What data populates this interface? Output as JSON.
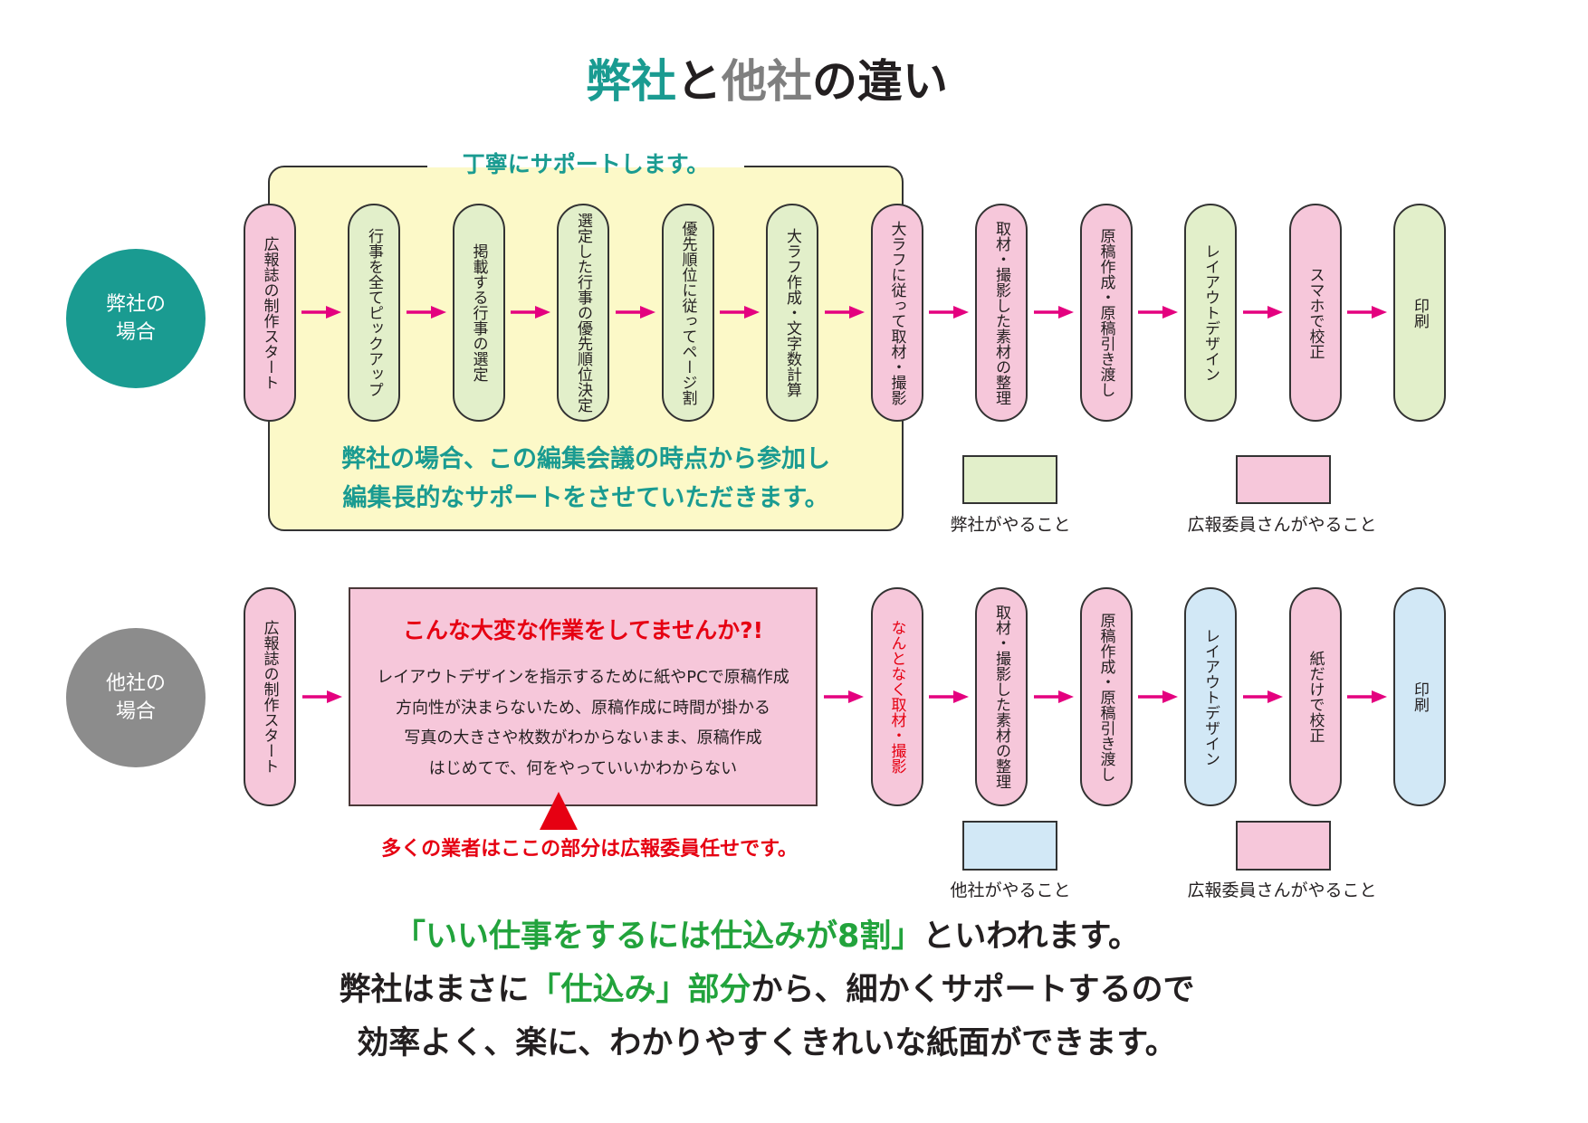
{
  "title": {
    "ours": "弊社",
    "and": "と",
    "others": "他社",
    "rest": "の違い",
    "ours_color": "#1a9b91",
    "others_color": "#7f7f7f"
  },
  "palette": {
    "teal": "#1a9b91",
    "gray_badge": "#8c8c8c",
    "arrow": "#e4007f",
    "red": "#e60012",
    "green_text": "#22a33c",
    "support_box": "#fcf9c8",
    "pink": "#f6c7da",
    "green": "#e2efca",
    "blue": "#d2e8f6"
  },
  "ours": {
    "badge": {
      "line1": "弊社の",
      "line2": "場合"
    },
    "support_label": "丁寧にサポートします。",
    "steps": [
      {
        "label": "広報誌の制作スタート",
        "color": "#f6c7da"
      },
      {
        "label": "行事を全てピックアップ",
        "color": "#e2efca"
      },
      {
        "label": "掲載する行事の選定",
        "color": "#e2efca"
      },
      {
        "label": "選定した行事の優先順位決定",
        "color": "#e2efca"
      },
      {
        "label": "優先順位に従ってページ割",
        "color": "#e2efca"
      },
      {
        "label": "大ラフ作成・文字数計算",
        "color": "#e2efca"
      },
      {
        "label": "大ラフに従って取材・撮影",
        "color": "#f6c7da"
      },
      {
        "label": "取材・撮影した素材の整理",
        "color": "#f6c7da"
      },
      {
        "label": "原稿作成・原稿引き渡し",
        "color": "#f6c7da"
      },
      {
        "label": "レイアウトデザイン",
        "color": "#e2efca"
      },
      {
        "label": "スマホで校正",
        "color": "#f6c7da"
      },
      {
        "label": "印刷",
        "color": "#e2efca"
      }
    ],
    "note": {
      "line1": "弊社の場合、この編集会議の時点から参加し",
      "line2": "編集長的なサポートをさせていただきます。"
    },
    "legend": [
      {
        "label": "弊社がやること",
        "color": "#e2efca"
      },
      {
        "label": "広報委員さんがやること",
        "color": "#f6c7da"
      }
    ]
  },
  "others": {
    "badge": {
      "line1": "他社の",
      "line2": "場合"
    },
    "steps": [
      {
        "label": "広報誌の制作スタート",
        "color": "#f6c7da"
      },
      {
        "label": "なんとなく取材・撮影",
        "color": "#f6c7da",
        "text_color": "#e60012"
      },
      {
        "label": "取材・撮影した素材の整理",
        "color": "#f6c7da"
      },
      {
        "label": "原稿作成・原稿引き渡し",
        "color": "#f6c7da"
      },
      {
        "label": "レイアウトデザイン",
        "color": "#d2e8f6"
      },
      {
        "label": "紙だけで校正",
        "color": "#f6c7da"
      },
      {
        "label": "印刷",
        "color": "#d2e8f6"
      }
    ],
    "problem_box": {
      "title": "こんな大変な作業をしてませんか?!",
      "color": "#f6c7da",
      "lines": [
        "レイアウトデザインを指示するために紙やPCで原稿作成",
        "方向性が決まらないため、原稿作成に時間が掛かる",
        "写真の大きさや枚数がわからないまま、原稿作成",
        "はじめてで、何をやっていいかわからない"
      ]
    },
    "warning": "多くの業者はここの部分は広報委員任せです。",
    "legend": [
      {
        "label": "他社がやること",
        "color": "#d2e8f6"
      },
      {
        "label": "広報委員さんがやること",
        "color": "#f6c7da"
      }
    ]
  },
  "conclusion": {
    "line1": {
      "highlight": "「いい仕事をするには仕込みが8割」",
      "rest": "といわれます。"
    },
    "line2": {
      "before": "弊社はまさに",
      "highlight": "「仕込み」部分",
      "after": "から、細かくサポートするので"
    },
    "line3": "効率よく、楽に、わかりやすくきれいな紙面ができます。"
  }
}
